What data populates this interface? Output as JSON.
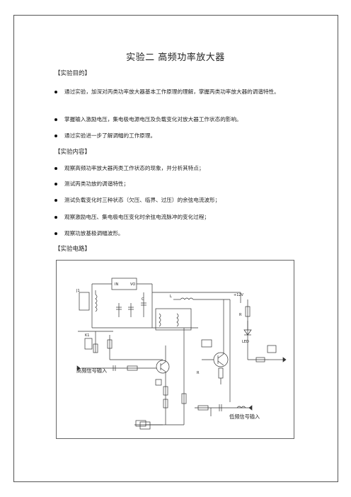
{
  "title": "实验二 高频功率放大器",
  "sections": {
    "purpose": "【实验目的】",
    "content": "【实验内容】",
    "circuit": "【实验电路】"
  },
  "purpose_items": [
    "通过实验，加深对丙类功率放大器基本工作原理的理解，掌握丙类功率放大器的调谐特性。",
    "掌握输入激励电压，集电极电源电压及负载变化对放大器工作状态的影响。",
    "通过实验进一步了解调幅的工作原理。"
  ],
  "content_items": [
    "观察高频功率放大器丙类工作状态的现象，并分析其特点；",
    "测试丙类功放的调谐特性；",
    "测试负载变化时三种状态（欠压、临界、过压）的余弦电流波形；",
    "观察激励电压、集电极电压变化时余弦电流脉冲的变化过程；",
    "观察功放基极调幅波形。"
  ],
  "circuit_labels": {
    "hf_in": "高频信号输入",
    "lf_in": "低频信号输入"
  }
}
